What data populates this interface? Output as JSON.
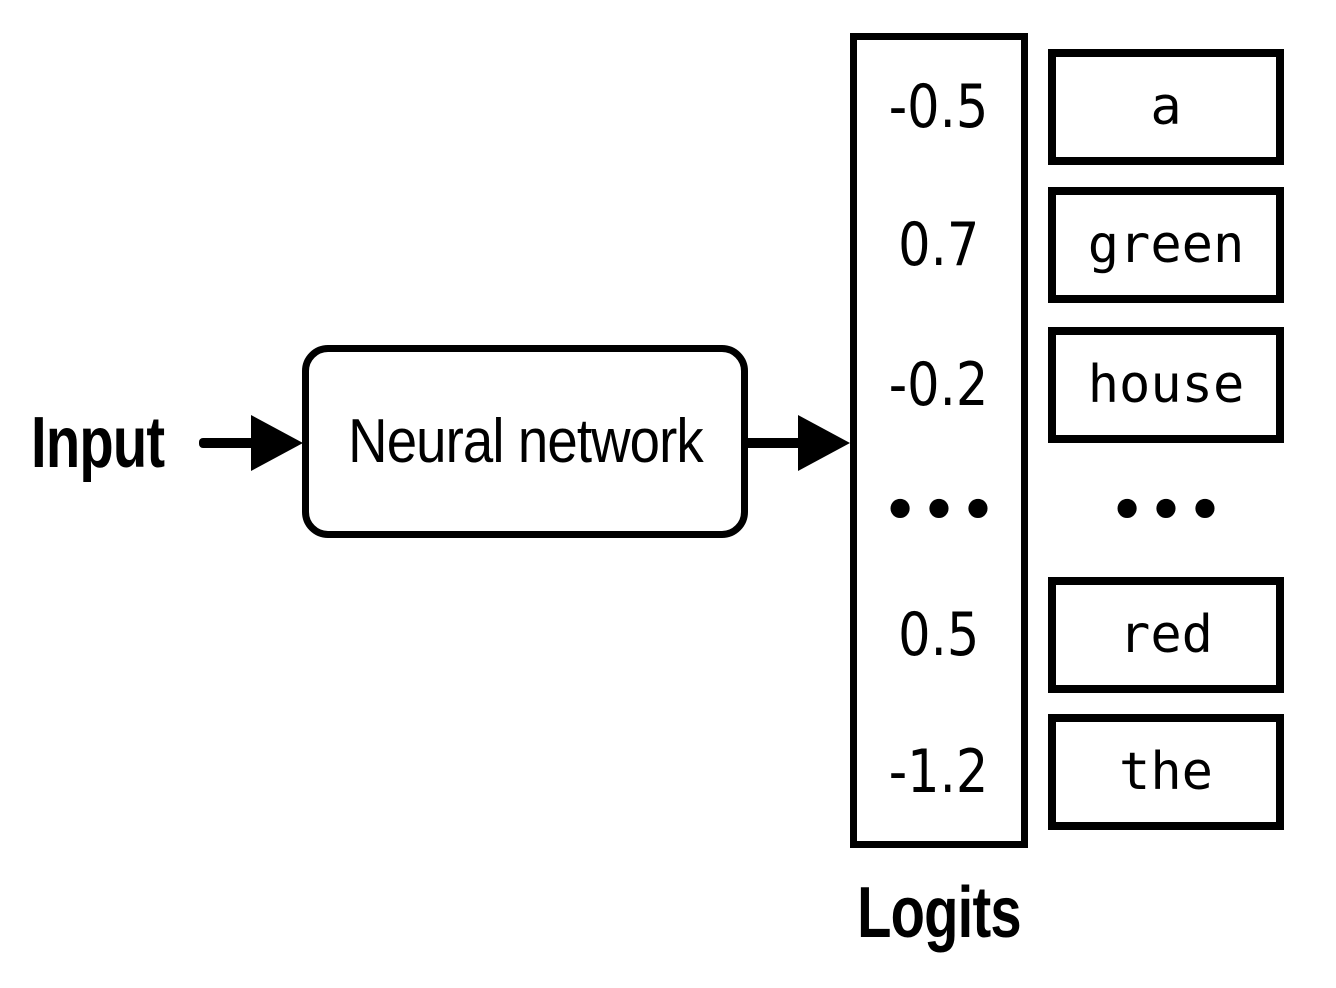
{
  "diagram": {
    "input_label": "Input",
    "network_label": "Neural network",
    "logits_label": "Logits",
    "rows": [
      {
        "logit": "-0.5",
        "token": "a"
      },
      {
        "logit": "0.7",
        "token": "green"
      },
      {
        "logit": "-0.2",
        "token": "house"
      },
      {
        "logit": "•••",
        "token": "•••"
      },
      {
        "logit": "0.5",
        "token": "red"
      },
      {
        "logit": "-1.2",
        "token": "the"
      }
    ],
    "colors": {
      "ink": "#000000",
      "background": "#ffffff"
    }
  }
}
